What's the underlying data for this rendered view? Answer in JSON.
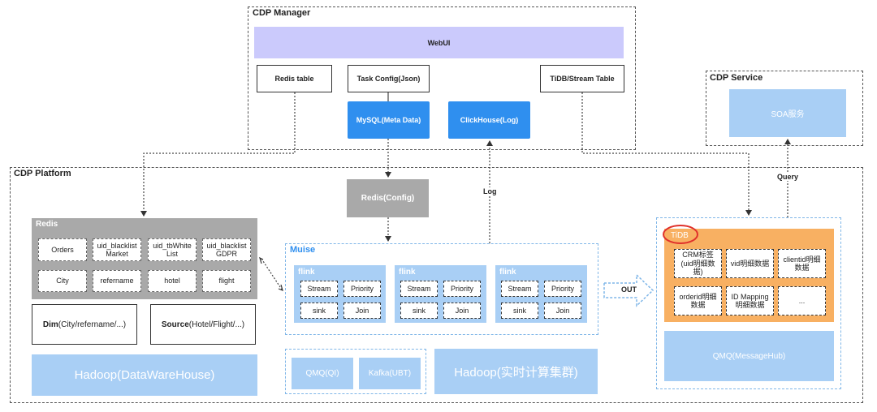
{
  "manager": {
    "title": "CDP Manager",
    "webui": "WebUI",
    "redis_table": "Redis table",
    "task_config": "Task Config(Json)",
    "tidb_table": "TiDB/Stream Table",
    "mysql": "MySQL(Meta Data)",
    "clickhouse": "ClickHouse(Log)"
  },
  "service": {
    "title": "CDP Service",
    "soa": "SOA服务"
  },
  "platform": {
    "title": "CDP Platform",
    "redis_config": "Redis(Config)",
    "log_label": "Log",
    "query_label": "Query",
    "out_label": "OUT",
    "redis": {
      "title": "Redis",
      "cells": [
        "Orders",
        "uid_blacklistMarket",
        "uid_tbWhiteList",
        "uid_blacklistGDPR",
        "City",
        "refername",
        "hotel",
        "flight"
      ]
    },
    "dim": {
      "bold": "Dim",
      "rest": "(City/refername/...)"
    },
    "source": {
      "bold": "Source",
      "rest": "(Hotel/Flight/...)"
    },
    "hadoop_dw": "Hadoop(DataWareHouse)",
    "muise": {
      "title": "Muise",
      "flinks": [
        {
          "label": "flink",
          "cells": [
            "Stream",
            "Priority",
            "sink",
            "Join"
          ]
        },
        {
          "label": "flink",
          "cells": [
            "Stream",
            "Priority",
            "sink",
            "Join"
          ]
        },
        {
          "label": "flink",
          "cells": [
            "Stream",
            "Priority",
            "sink",
            "Join"
          ]
        }
      ]
    },
    "qmq_qi": "QMQ(QI)",
    "kafka": "Kafka(UBT)",
    "hadoop_rt": "Hadoop(实时计算集群)",
    "tidb": {
      "title": "TiDB",
      "cells": [
        "CRM标签(uid明细数据)",
        "vid明细数据",
        "clientid明细数据",
        "orderid明细数据",
        "ID Mapping明细数据",
        "..."
      ]
    },
    "qmq_hub": "QMQ(MessageHub)"
  },
  "colors": {
    "blue": "#2f8fef",
    "light_blue": "#a9cff5",
    "orange": "#f8b062",
    "gray": "#a9a9a9",
    "circle_red": "#e0312b"
  }
}
